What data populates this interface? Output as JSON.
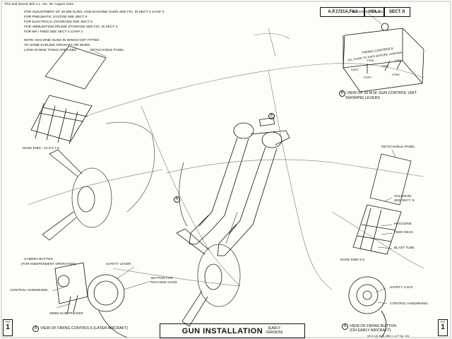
{
  "header": {
    "issue_note": "This leaf issued with A.L. No. 39. August 1944",
    "ref_pub": "A.P.1721A,F&J",
    "ref_vol": "VOL.I",
    "ref_sect": "SECT. II"
  },
  "notes": [
    "FOR ADJUSTMENT OF 20 MM GUNS, AND MACHINE GUNS SEE FIG. IN SECT 4 CHAP 3",
    "FOR PNEUMATIC SYSTEM SEE SECT 9",
    "FOR ELECTRICAL DIAGRAMS SEE SECT 6",
    "FOR AMMUNITION DRUMS STOWAGE SEE FIG. IN SECT 3",
    "FOR MK I FEED SEE SECT 4 CHAP 2",
    "",
    "NOTE: MACHINE GUNS IN WINGS NOT FITTED",
    "TO SOME EARLIER AIRCRAFT OR WHEN",
    "LONG RANGE TANKS ARE USED"
  ],
  "labels": {
    "detachable_panel_left": "DETACHABLE PANEL",
    "nose_ribs": "NOSE RIBS - 10   9   8   7   6",
    "pressure_gauge": "PRESSURE GAUGE",
    "firing_controls": "FIRING CONTROLS",
    "all_guns_to_safe": "ALL GUNS TO SAFE BEFORE LANDING",
    "safe_fire_1": "SAFE",
    "fire_1": "FIRE",
    "safe_fire_2": "SAFE",
    "fire_2": "FIRE",
    "port": "PORT",
    "stbd": "STBD",
    "view_b_line1": "VIEW OF 20 M.M. GUN CONTROL UNIT",
    "view_b_line2": "SHOWING LEVERS",
    "detachable_panel_right": "DETACHABLE PANEL",
    "solenoid": "SOLENOID",
    "see_sect_9": "SEE SECT. 9",
    "magazine": "MAGAZINE",
    "feed_neck": "FEED NECK",
    "blast_tube": "BLAST TUBE",
    "nose_ribs_right": "NOSE RIBS   9   8",
    "camera_button": "CAMERA BUTTON",
    "for_independent": "(FOR INDEPENDENT OPERATION)",
    "safety_lever": "SAFETY LEVER",
    "button_mg_1": "BUTTON FOR",
    "button_mg_2": "MACHINE GUNS",
    "control_handwheel_left": "CONTROL HANDWHEEL",
    "trigger_20mm": "20MM GUN TRIGGER",
    "view_a_left": "VIEW OF FIRING CONTROLS (LATER AIRCRAFT)",
    "safety_lock": "SAFETY LOCK",
    "control_handwheel_right": "CONTROL HANDWHEEL",
    "view_a_right_1": "VIEW OF FIRING BUTTON",
    "view_a_right_2": "(ON EARLY AIRCRAFT)",
    "callout_a": "A",
    "callout_b": "B"
  },
  "title": {
    "main": "GUN INSTALLATION",
    "version_1": "(EARLY",
    "version_2": "VERSION)"
  },
  "figure": {
    "fig_label": "FIG",
    "fig_number": "1",
    "footer_print": "Wt.3 1(f) 8/44 2BD C & P Gp. 931"
  }
}
